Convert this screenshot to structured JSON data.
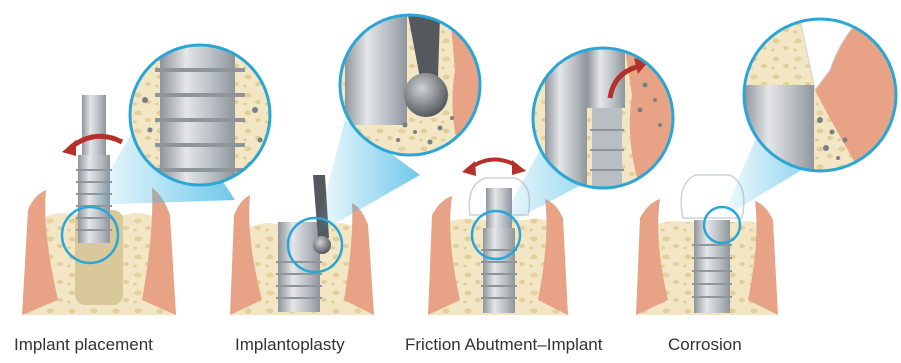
{
  "panels": [
    {
      "caption": "Implant placement"
    },
    {
      "caption": "Implantoplasty"
    },
    {
      "caption": "Friction Abutment–Implant"
    },
    {
      "caption": "Corrosion"
    }
  ],
  "colors": {
    "bone": "#f2e6c4",
    "bone_pore": "#e2cf9a",
    "gum": "#e8a387",
    "gum_dark": "#d98a6e",
    "metal_light": "#e4e6e8",
    "metal_mid": "#b9bec3",
    "metal_dark": "#8e959b",
    "zoom_ring": "#2aa6d6",
    "zoom_beam": "#3fb5e3",
    "arrow_red": "#b5302a",
    "particle": "#7a7f84"
  },
  "icons": [
    "rotation-arrow-icon",
    "double-arrow-icon",
    "curved-arrow-icon"
  ]
}
